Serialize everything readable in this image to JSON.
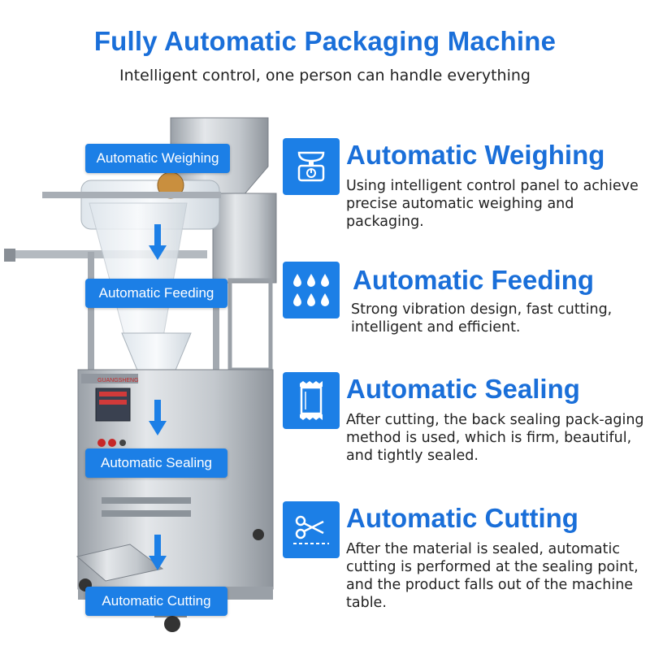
{
  "header": {
    "title": "Fully Automatic Packaging Machine",
    "subtitle": "Intelligent control, one person can handle everything"
  },
  "machine": {
    "stage_labels": [
      "Automatic Weighing",
      "Automatic Feeding",
      "Automatic Sealing",
      "Automatic Cutting"
    ],
    "brand_plate": "GUANGSHENG"
  },
  "features": [
    {
      "icon": "scale-icon",
      "title": "Automatic Weighing",
      "description": "Using intelligent control panel to achieve precise automatic weighing and packaging."
    },
    {
      "icon": "droplets-icon",
      "title": "Automatic Feeding",
      "description": "Strong vibration design, fast cutting, intelligent and efficient."
    },
    {
      "icon": "sealed-bag-icon",
      "title": "Automatic Sealing",
      "description": "After cutting, the back sealing pack-aging method is used, which is firm, beautiful, and tightly sealed."
    },
    {
      "icon": "scissors-cut-icon",
      "title": "Automatic Cutting",
      "description": "After the material is sealed, automatic cutting is performed at the sealing point, and the product falls out of the machine table."
    }
  ],
  "colors": {
    "accent": "#1c7fe6",
    "title": "#1a6fd9",
    "text": "#222222",
    "steel": "#b9bec4"
  }
}
